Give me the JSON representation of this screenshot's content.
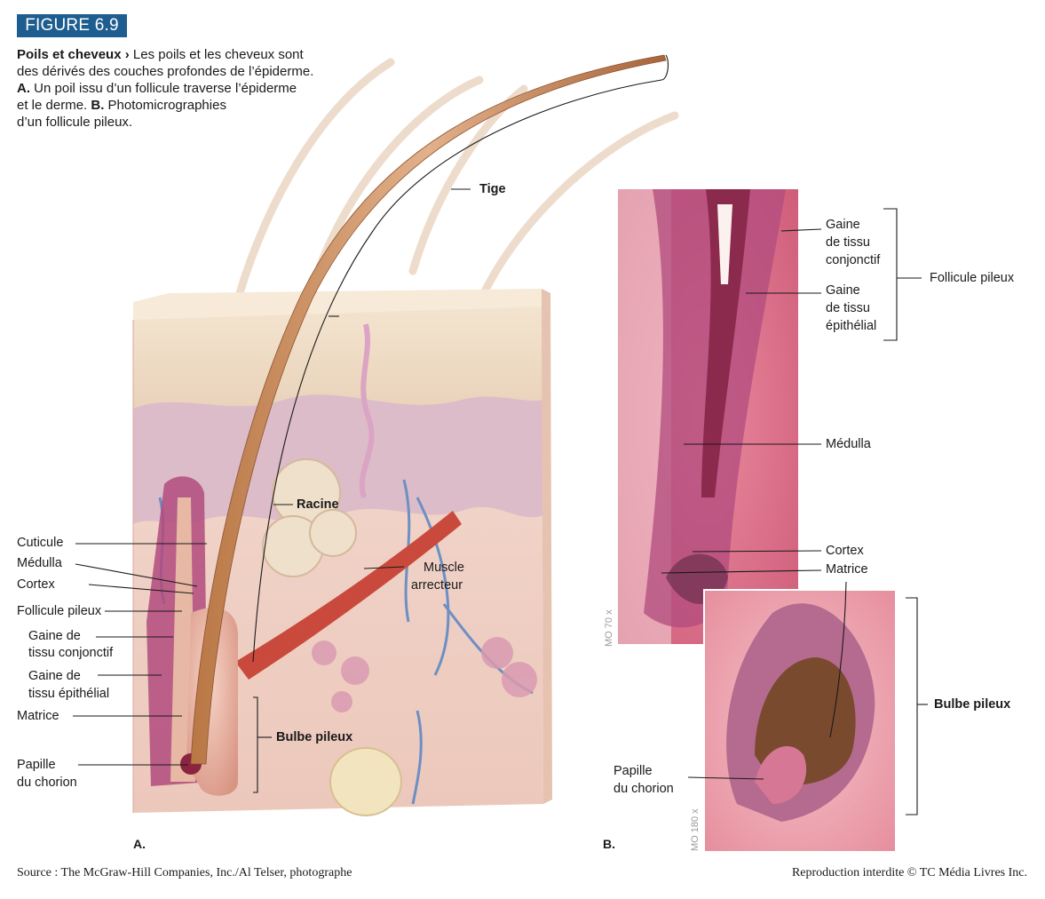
{
  "figure_tag": "FIGURE 6.9",
  "caption": {
    "title": "Poils et cheveux",
    "arrow": "›",
    "line1": " Les poils et les cheveux sont",
    "line2": "des dérivés des couches profondes de l’épiderme.",
    "a_mark": "A.",
    "line3": " Un poil issu d’un follicule traverse l’épiderme",
    "line4a": "et le derme. ",
    "b_mark": "B.",
    "line4b": " Photomicrographies",
    "line5": "d’un follicule pileux."
  },
  "panel_a": {
    "letter": "A.",
    "labels": {
      "tige": "Tige",
      "racine": "Racine",
      "muscle_1": "Muscle",
      "muscle_2": "arrecteur",
      "cuticule": "Cuticule",
      "medulla": "Médulla",
      "cortex": "Cortex",
      "follicule": "Follicule pileux",
      "gaine_conj_1": "Gaine de",
      "gaine_conj_2": "tissu conjonctif",
      "gaine_epi_1": "Gaine de",
      "gaine_epi_2": "tissu épithélial",
      "matrice": "Matrice",
      "papille_1": "Papille",
      "papille_2": "du chorion",
      "bulbe": "Bulbe pileux"
    }
  },
  "panel_b": {
    "letter": "B.",
    "mag_top": "MO 70 x",
    "mag_bottom": "MO 180 x",
    "labels": {
      "gaine_conj_1": "Gaine",
      "gaine_conj_2": "de tissu",
      "gaine_conj_3": "conjonctif",
      "gaine_epi_1": "Gaine",
      "gaine_epi_2": "de tissu",
      "gaine_epi_3": "épithélial",
      "follicule": "Follicule pileux",
      "medulla": "Médulla",
      "cortex": "Cortex",
      "matrice": "Matrice",
      "bulbe": "Bulbe pileux",
      "papille_1": "Papille",
      "papille_2": "du chorion"
    }
  },
  "footer": {
    "source": "Source : The McGraw-Hill Companies, Inc./Al Telser, photographe",
    "rights": "Reproduction interdite © TC Média Livres Inc."
  }
}
